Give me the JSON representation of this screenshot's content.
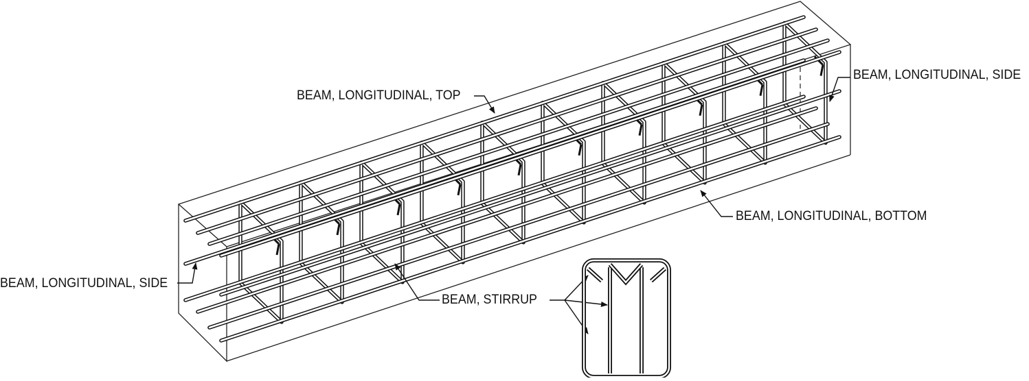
{
  "labels": {
    "longitudinal_top": "BEAM, LONGITUDINAL, TOP",
    "longitudinal_side_right": "BEAM, LONGITUDINAL, SIDE",
    "longitudinal_bottom": "BEAM, LONGITUDINAL, BOTTOM",
    "longitudinal_side_left": "BEAM, LONGITUDINAL, SIDE",
    "stirrup": "BEAM, STIRRUP"
  },
  "colors": {
    "ink": "#111111",
    "background": "#ffffff"
  }
}
